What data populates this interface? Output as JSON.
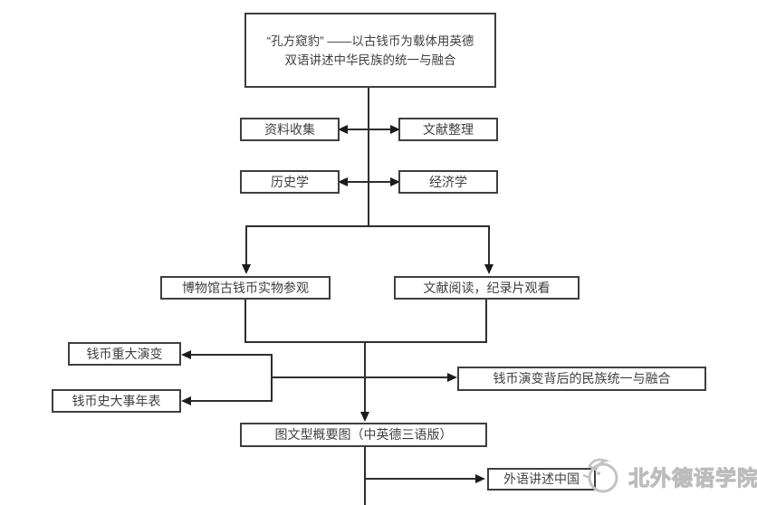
{
  "diagram": {
    "title": {
      "lines": [
        "“孔方窥豹” ——以古钱币为载体用英德",
        "双语讲述中华民族的统一与融合"
      ]
    },
    "nodes": {
      "ziliao_shouji": "资料收集",
      "wenxian_zhengli": "文献整理",
      "lishixue": "历史学",
      "jingjixue": "经济学",
      "bowuguan_canguan": "博物馆古钱币实物参观",
      "wenxian_yuedu": "文献阅读，纪录片观看",
      "qianbi_zhongda_yanbian": "钱币重大演变",
      "qianbishi_dashi_nianbiao": "钱币史大事年表",
      "minzu_tongyi_ronghe": "钱币演变背后的民族统一与融合",
      "tuwen_gaiyaotu": "图文型概要图（中英德三语版）",
      "waiyu_jiangshu_zhongguo": "外语讲述中国"
    },
    "watermark": {
      "text": "北外德语学院",
      "logo_icon": "bird-logo"
    },
    "colors": {
      "background": "#ffffff",
      "box_border": "#3f3f3f",
      "line": "#2e2e2e",
      "arrow": "#1c1c1c",
      "text": "#3f3f3f",
      "watermark": "#c3c3c3"
    }
  }
}
